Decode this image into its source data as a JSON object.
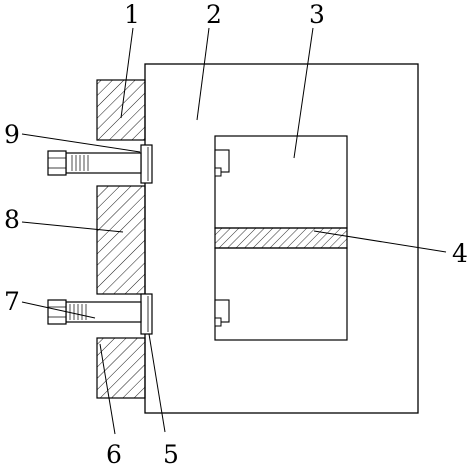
{
  "figure": {
    "callouts": [
      {
        "id": "1",
        "text": "1"
      },
      {
        "id": "2",
        "text": "2"
      },
      {
        "id": "3",
        "text": "3"
      },
      {
        "id": "4",
        "text": "4"
      },
      {
        "id": "5",
        "text": "5"
      },
      {
        "id": "6",
        "text": "6"
      },
      {
        "id": "7",
        "text": "7"
      },
      {
        "id": "8",
        "text": "8"
      },
      {
        "id": "9",
        "text": "9"
      }
    ],
    "colors": {
      "stroke": "#000000",
      "background": "#ffffff"
    }
  }
}
